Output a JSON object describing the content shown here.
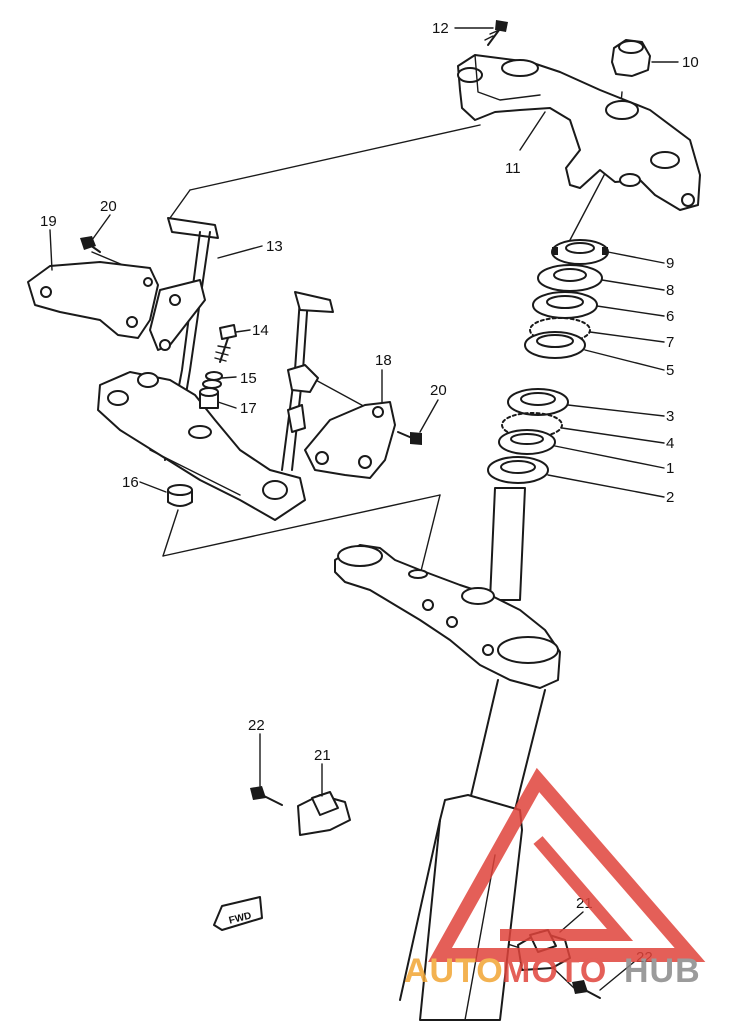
{
  "callouts": [
    {
      "id": "12",
      "text": "12"
    },
    {
      "id": "10",
      "text": "10"
    },
    {
      "id": "11",
      "text": "11"
    },
    {
      "id": "13",
      "text": "13"
    },
    {
      "id": "19",
      "text": "19"
    },
    {
      "id": "20a",
      "text": "20"
    },
    {
      "id": "14",
      "text": "14"
    },
    {
      "id": "15",
      "text": "15"
    },
    {
      "id": "17",
      "text": "17"
    },
    {
      "id": "18",
      "text": "18"
    },
    {
      "id": "20b",
      "text": "20"
    },
    {
      "id": "16",
      "text": "16"
    },
    {
      "id": "9",
      "text": "9"
    },
    {
      "id": "8",
      "text": "8"
    },
    {
      "id": "6",
      "text": "6"
    },
    {
      "id": "7",
      "text": "7"
    },
    {
      "id": "5",
      "text": "5"
    },
    {
      "id": "3",
      "text": "3"
    },
    {
      "id": "4",
      "text": "4"
    },
    {
      "id": "1",
      "text": "1"
    },
    {
      "id": "2",
      "text": "2"
    },
    {
      "id": "22a",
      "text": "22"
    },
    {
      "id": "21a",
      "text": "21"
    },
    {
      "id": "21b",
      "text": "21"
    },
    {
      "id": "22b",
      "text": "22"
    }
  ],
  "fwd_tag": "FWD",
  "watermark": {
    "word_auto": "AUTO",
    "word_moto": "MOTO",
    "word_hub": "HUB",
    "color_orange": "#f2a533",
    "color_red": "#e0443b",
    "color_gray": "#8a8a8a"
  },
  "icons": {
    "watermark_logo": "automotohub-triangle-logo-icon"
  }
}
